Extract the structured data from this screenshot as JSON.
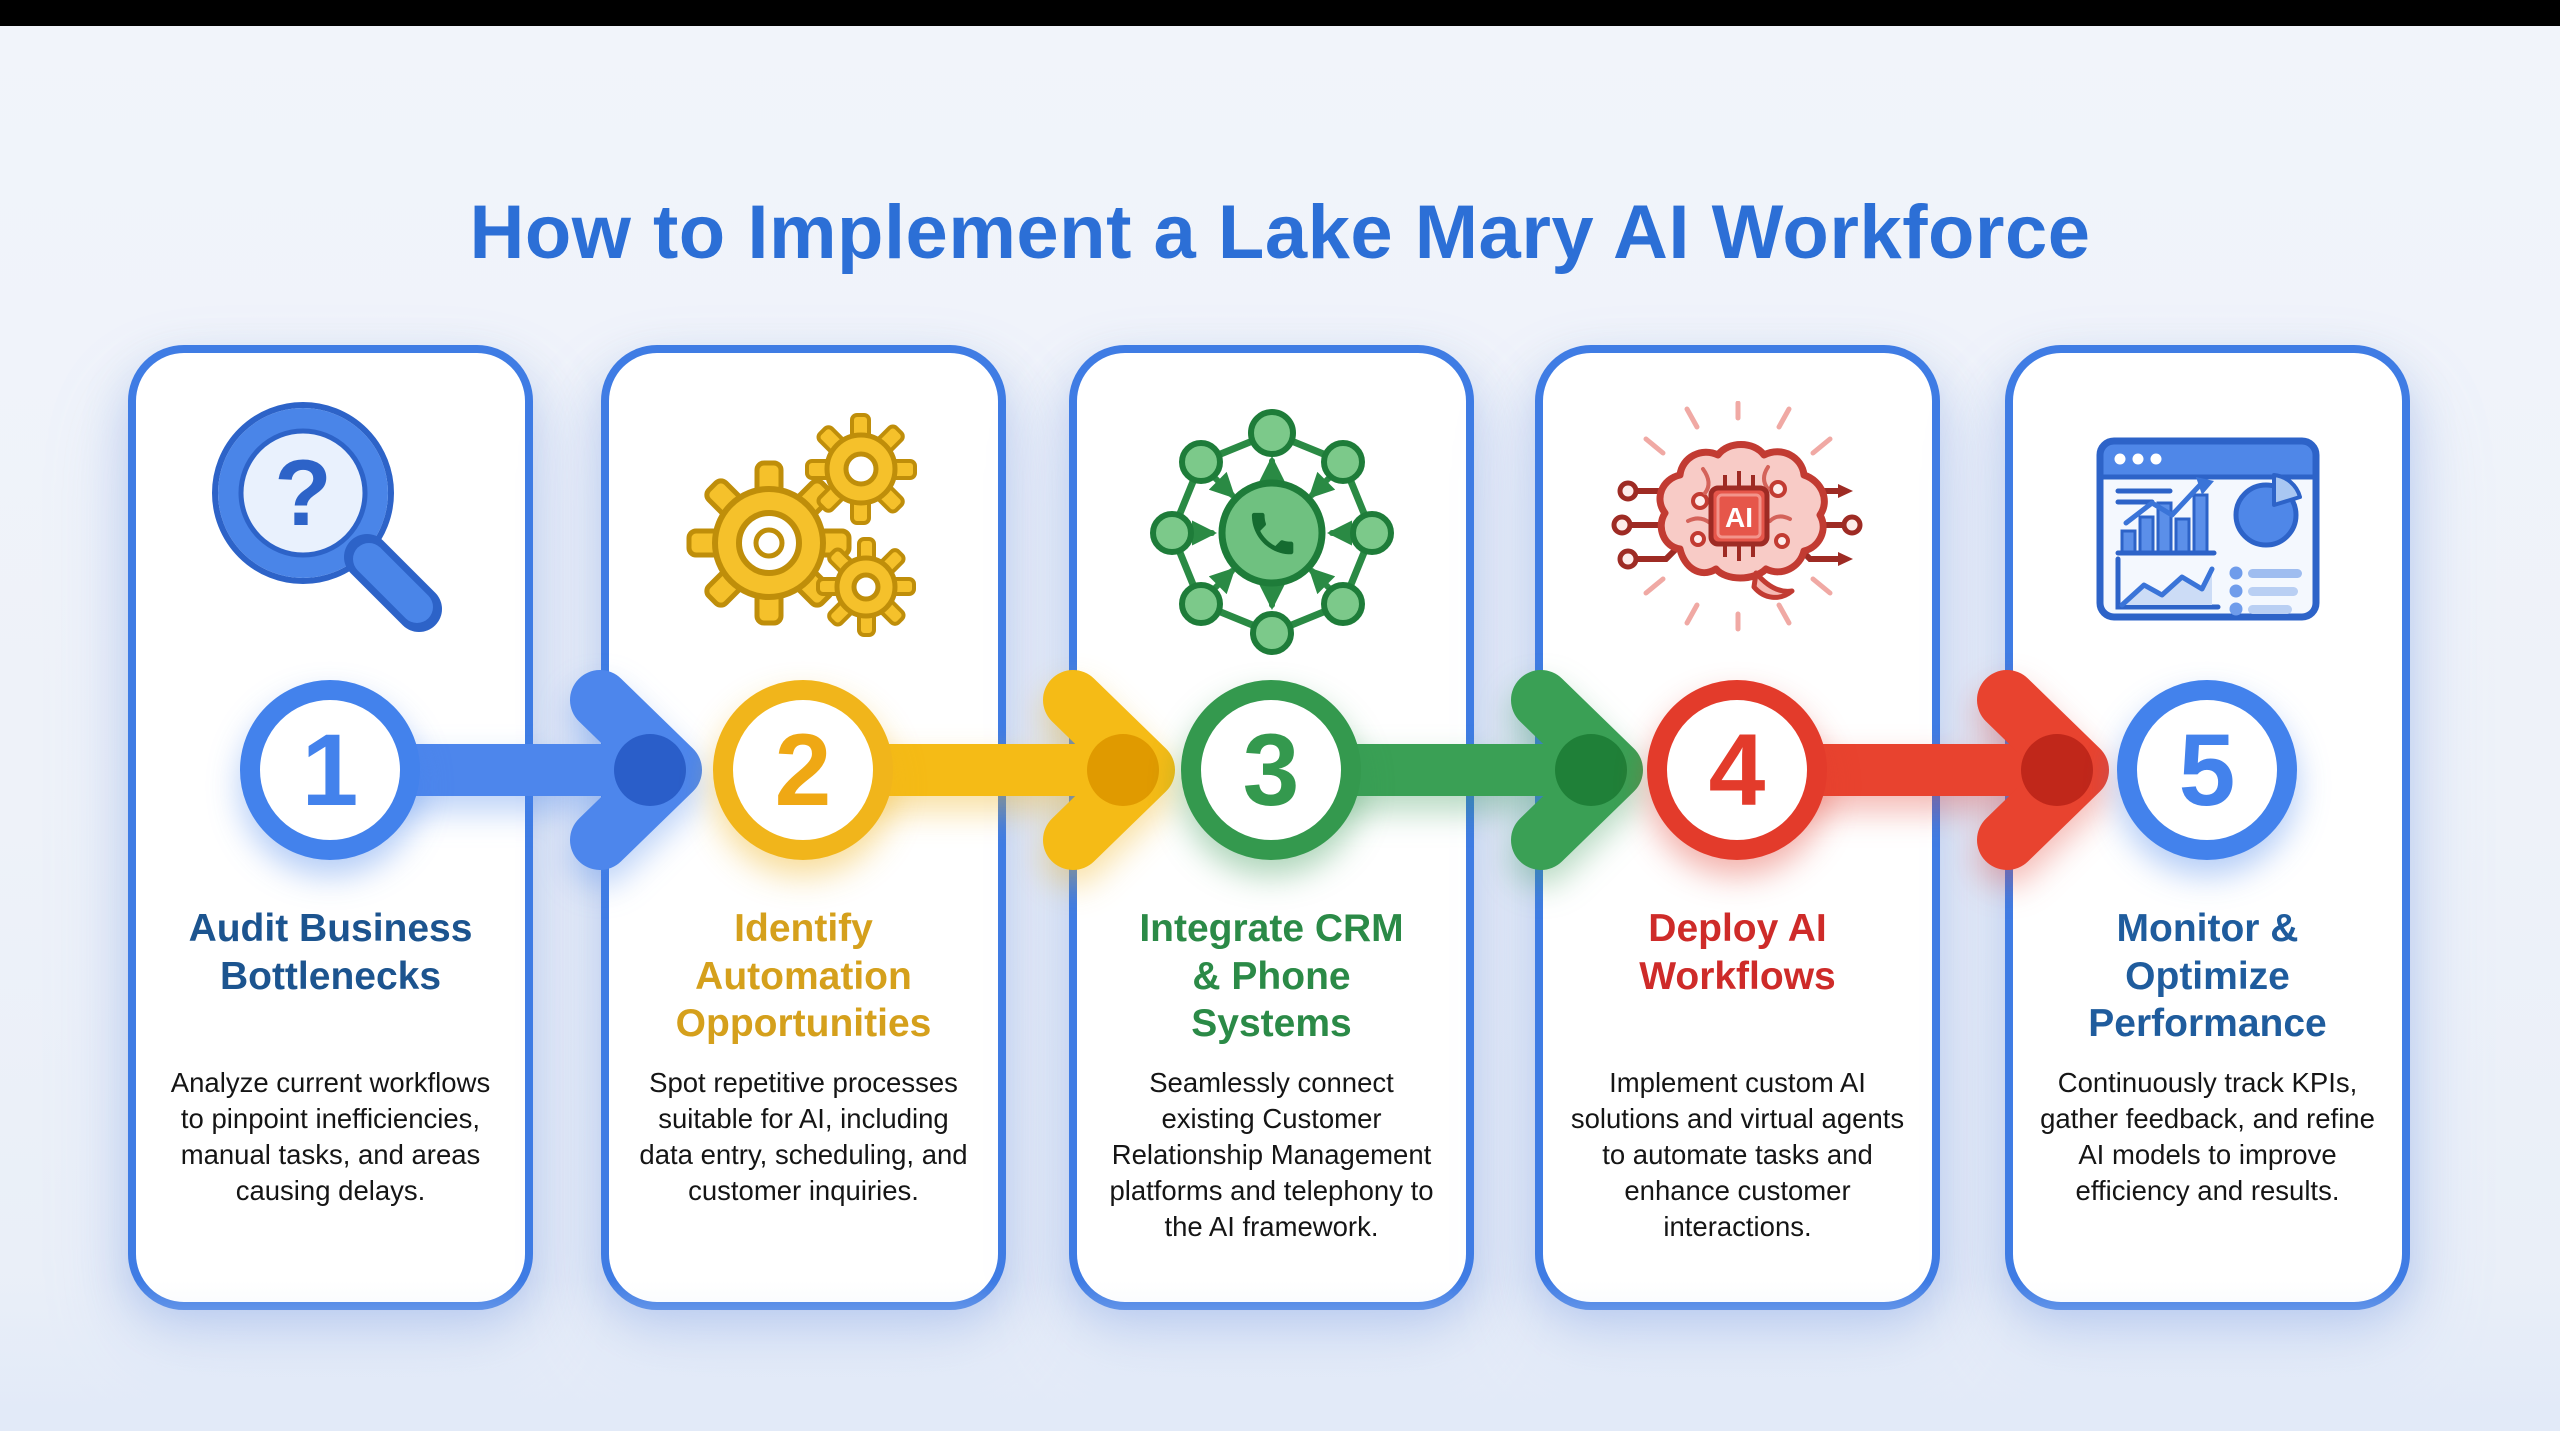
{
  "page": {
    "title": "How to Implement a Lake Mary AI Workforce",
    "title_color": "#2c6fd6",
    "background_color": "#eef2f9",
    "card_border_color": "#3f7ce4",
    "top_letterbox_color": "#000000"
  },
  "steps": [
    {
      "number": "1",
      "icon": "magnifying-glass-question-icon",
      "icon_glyph": "?",
      "title": "Audit Business Bottlenecks",
      "title_lines": [
        "Audit Business",
        "Bottlenecks"
      ],
      "title_color": "#1c548f",
      "description": "Analyze current workflows to pinpoint inefficiencies, manual tasks, and areas causing delays.",
      "accent": "#4382ec",
      "accent_dark": "#2a5ec9"
    },
    {
      "number": "2",
      "icon": "gears-icon",
      "title": "Identify Automation Opportunities",
      "title_lines": [
        "Identify",
        "Automation",
        "Opportunities"
      ],
      "title_color": "#d5a01c",
      "description": "Spot repetitive processes suitable for AI, including data entry, scheduling, and customer inquiries.",
      "accent": "#f1b51b",
      "accent_dark": "#e09a00"
    },
    {
      "number": "3",
      "icon": "crm-phone-network-icon",
      "title": "Integrate CRM & Phone Systems",
      "title_lines": [
        "Integrate CRM",
        "& Phone",
        "Systems"
      ],
      "title_color": "#2b8a47",
      "description": "Seamlessly connect existing Customer Relationship Management platforms and telephony to the AI framework.",
      "accent": "#34994e",
      "accent_dark": "#1f8038"
    },
    {
      "number": "4",
      "icon": "ai-brain-chip-icon",
      "icon_label": "AI",
      "title": "Deploy AI Workflows",
      "title_lines": [
        "Deploy AI",
        "Workflows"
      ],
      "title_color": "#ce2b29",
      "description": "Implement custom AI solutions and virtual agents to automate tasks and enhance customer interactions.",
      "accent": "#e33b2b",
      "accent_dark": "#c0271a"
    },
    {
      "number": "5",
      "icon": "analytics-dashboard-icon",
      "title": "Monitor & Optimize Performance",
      "title_lines": [
        "Monitor &",
        "Optimize",
        "Performance"
      ],
      "title_color": "#1f5c9d",
      "description": "Continuously track KPIs, gather feedback, and refine AI models to improve efficiency and results.",
      "accent": "#4382ec",
      "accent_dark": "#2a5ec9"
    }
  ],
  "connectors": [
    {
      "from": "1",
      "to": "2",
      "color": "#4d86ec",
      "dot_color": "#2a5ec9"
    },
    {
      "from": "2",
      "to": "3",
      "color": "#f5bb16",
      "dot_color": "#e09a00"
    },
    {
      "from": "3",
      "to": "4",
      "color": "#3aa055",
      "dot_color": "#1f8038"
    },
    {
      "from": "4",
      "to": "5",
      "color": "#e8432f",
      "dot_color": "#c0271a"
    }
  ]
}
